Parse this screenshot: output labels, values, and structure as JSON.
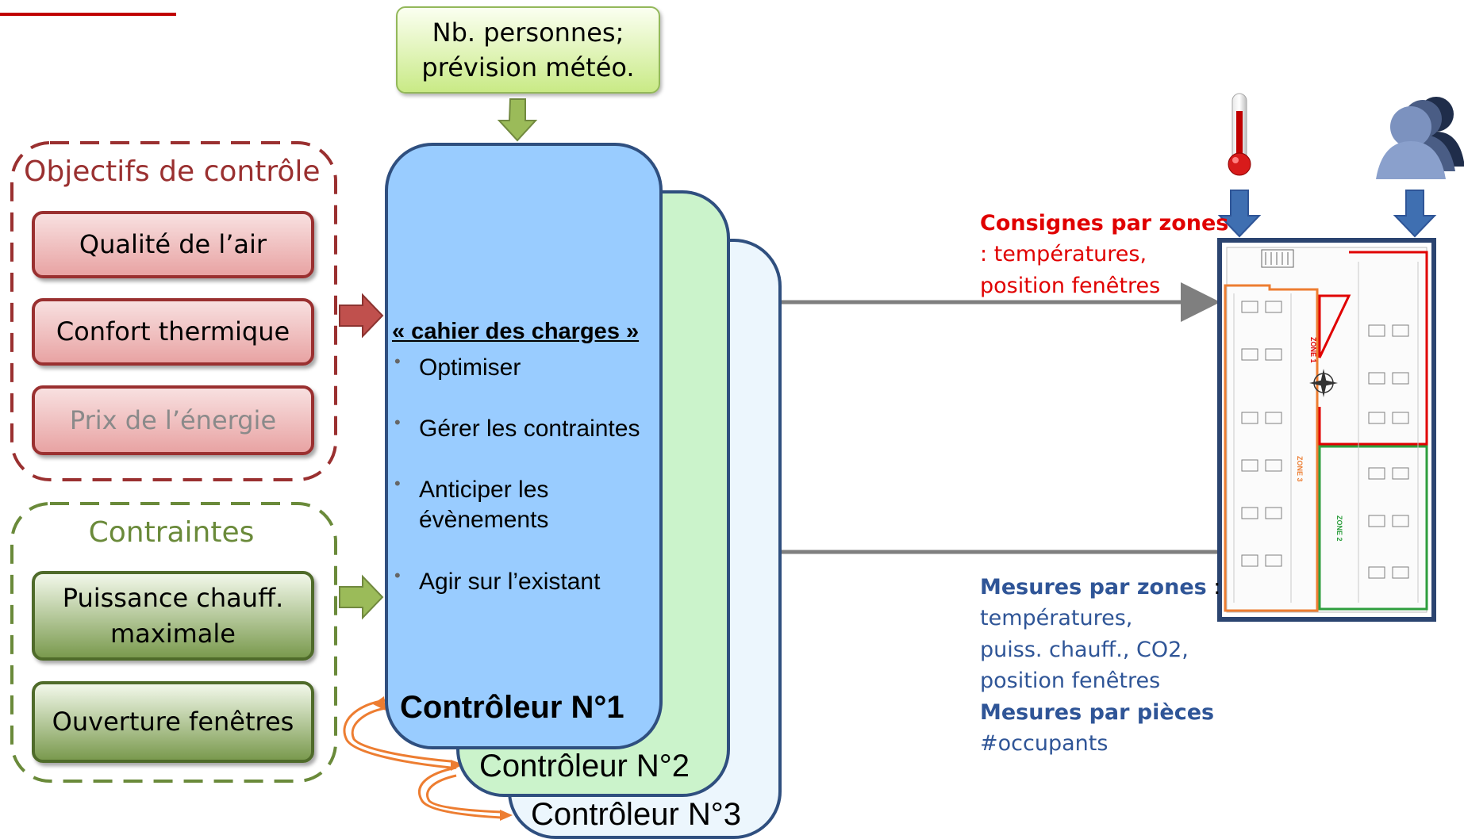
{
  "objectives": {
    "title": "Objectifs de contrôle",
    "items": [
      "Qualité de l’air",
      "Confort thermique",
      "Prix de l’énergie"
    ]
  },
  "constraints": {
    "title": "Contraintes",
    "items": [
      "Puissance chauff.\nmaximale",
      "Ouverture fenêtres"
    ]
  },
  "inputs": {
    "text": "Nb. personnes;\nprévision météo."
  },
  "controllers": [
    "Contrôleur N°1",
    "Contrôleur N°2",
    "Contrôleur N°3"
  ],
  "spec": {
    "title": "« cahier des charges »",
    "bullets": [
      "Optimiser",
      "Gérer les contraintes",
      "Anticiper les\névènements",
      "Agir sur l’existant"
    ]
  },
  "setpoints": {
    "heading": "Consignes par zones",
    "line1": " : températures,",
    "line2": "position fenêtres"
  },
  "measures": {
    "zones_heading": "Mesures par zones",
    "zones_sep": " :",
    "zones_lines": [
      "températures,",
      "puiss. chauff., CO2,",
      "position fenêtres"
    ],
    "rooms_heading": "Mesures par pièces",
    "rooms_line": "#occupants"
  },
  "floorplan": {
    "zone_labels": [
      "ZONE 1",
      "ZONE 2",
      "ZONE 3"
    ]
  },
  "colors": {
    "accent_red": "#c00000",
    "objectives_border": "#9a3030",
    "constraints_border": "#6a8a3a",
    "controller_border": "#2f4f7f",
    "setpoint_text": "#e00000",
    "measure_text": "#2f5597"
  },
  "icons": [
    "thermometer-icon",
    "people-icon"
  ]
}
